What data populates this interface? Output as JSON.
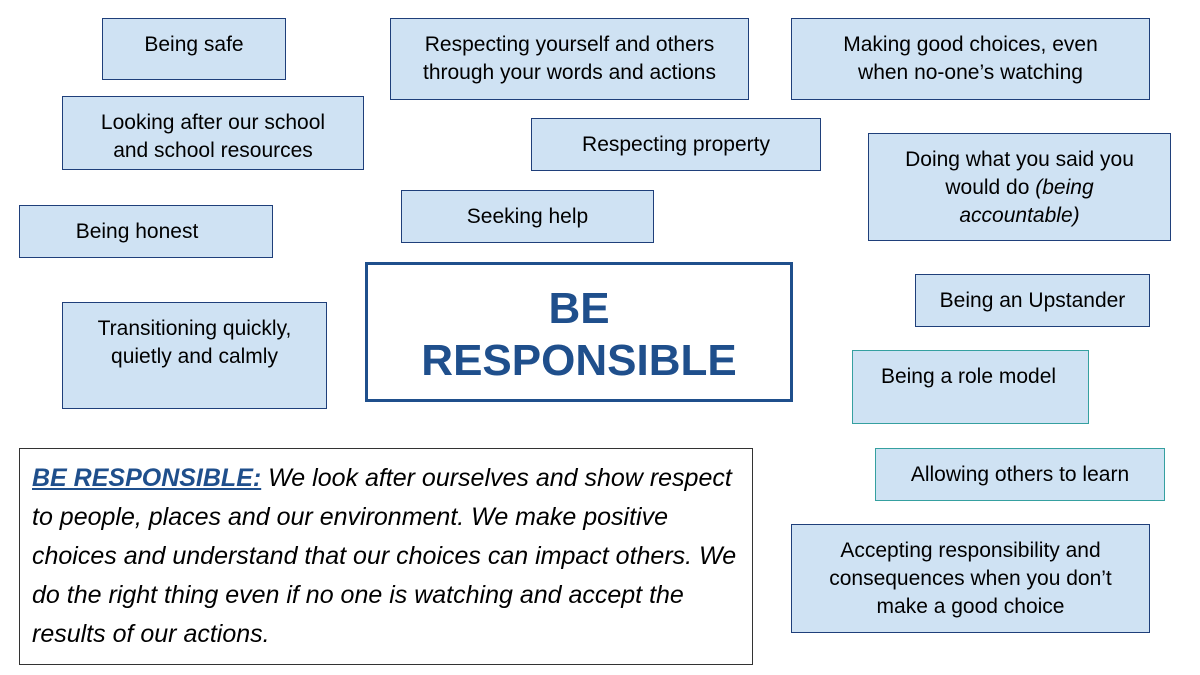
{
  "center": {
    "line1": "BE",
    "line2": "RESPONSIBLE"
  },
  "boxes": {
    "safe": {
      "lines": [
        "Being safe"
      ]
    },
    "respecting_yourself": {
      "lines": [
        "Respecting yourself and others",
        "through your words and actions"
      ]
    },
    "good_choices": {
      "lines": [
        "Making good choices, even",
        "when no-one’s watching"
      ]
    },
    "looking_after": {
      "lines": [
        "Looking after our school",
        "and school resources"
      ]
    },
    "property": {
      "lines": [
        "Respecting property"
      ]
    },
    "doing_what": {
      "line1": "Doing what you said you",
      "line2a": "would do ",
      "line2b": "(being",
      "line3": "accountable)"
    },
    "honest": {
      "lines": [
        "Being honest"
      ]
    },
    "seeking_help": {
      "lines": [
        "Seeking help"
      ]
    },
    "upstander": {
      "lines": [
        "Being an Upstander"
      ]
    },
    "transitioning": {
      "lines": [
        "Transitioning quickly,",
        "quietly and calmly"
      ]
    },
    "role_model": {
      "lines": [
        "Being a role model"
      ]
    },
    "allowing": {
      "lines": [
        "Allowing others to learn"
      ]
    },
    "accepting": {
      "lines": [
        "Accepting responsibility and",
        "consequences when you don’t",
        "make a good choice"
      ]
    }
  },
  "description": {
    "heading": "BE RESPONSIBLE:",
    "text": " We look after ourselves and show respect to people, places and our environment. We make positive choices and understand that our choices can impact others. We do the right thing even if no one is watching and accept the results of our actions."
  }
}
